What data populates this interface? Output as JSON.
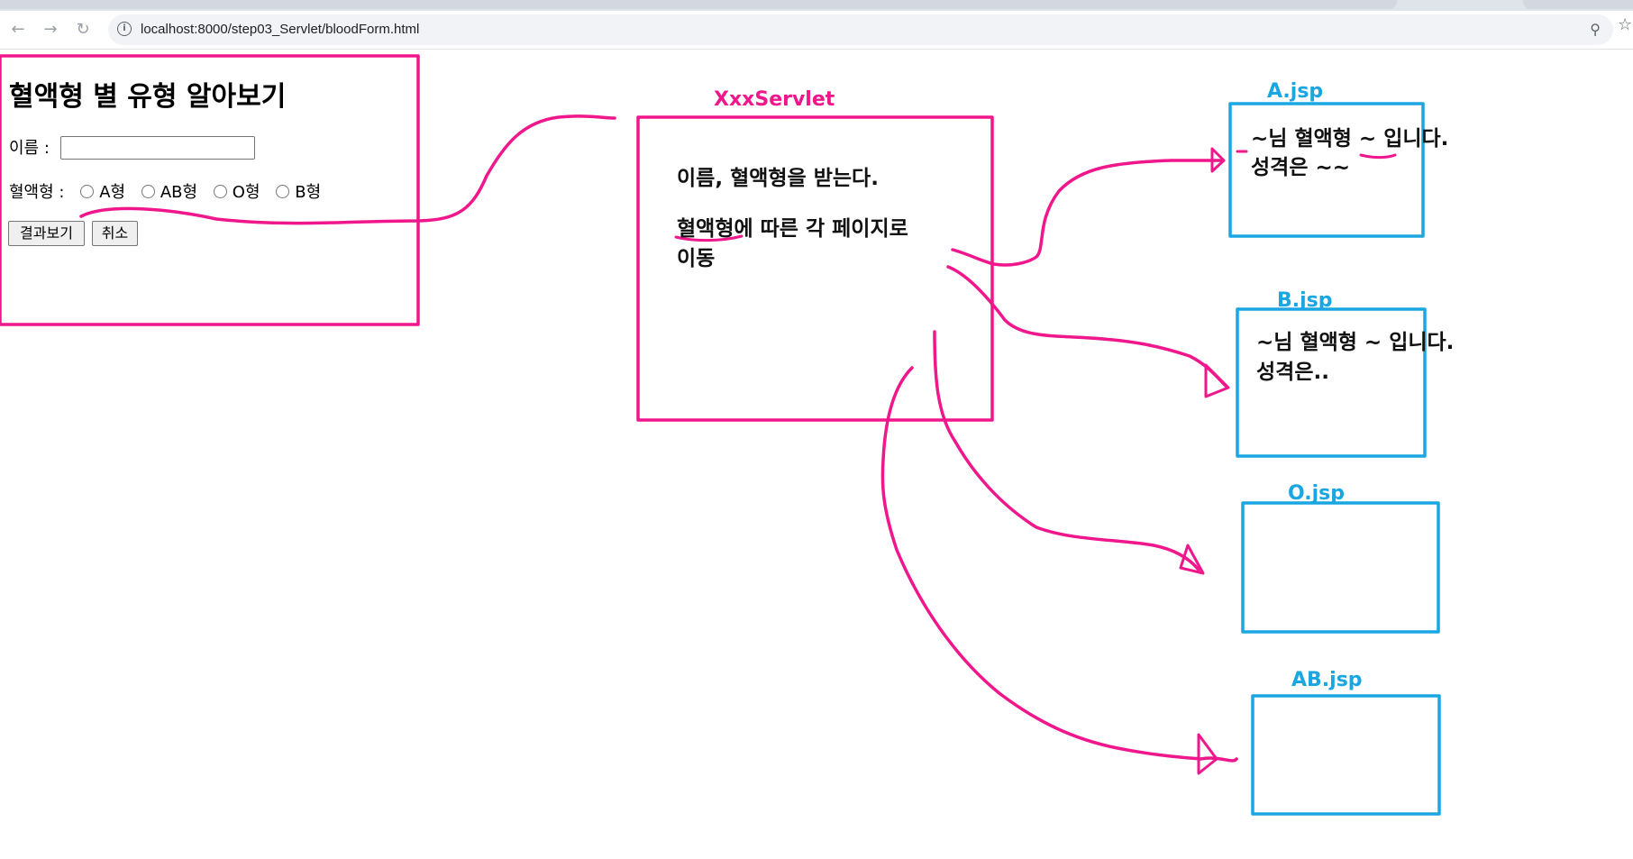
{
  "browser": {
    "back_icon": "arrow-left-icon",
    "forward_icon": "arrow-right-icon",
    "reload_icon": "reload-icon",
    "url": "localhost:8000/step03_Servlet/bloodForm.html"
  },
  "form": {
    "title": "혈액형 별 유형 알아보기",
    "name_label": "이름 :",
    "name_value": "",
    "blood_label": "혈액형 :",
    "blood_options": [
      "A형",
      "AB형",
      "O형",
      "B형"
    ],
    "submit_label": "결과보기",
    "reset_label": "취소"
  },
  "annotations": {
    "servlet_label": "XxxServlet",
    "servlet_note_line1": "이름, 혈액형을 받는다.",
    "servlet_note_line2_underlined": "혈액형",
    "servlet_note_line2_rest": "에 따른 각 페이지로",
    "servlet_note_line3": "이동",
    "a_label": "A.jsp",
    "a_note_line1": "~님 혈액형 ~ 입니다.",
    "a_note_line2": "성격은 ~~",
    "b_label": "B.jsp",
    "b_note_line1": "~님 혈액형 ~ 입니다.",
    "b_note_line2": "성격은..",
    "o_label": "O.jsp",
    "ab_label": "AB.jsp",
    "colors": {
      "pink": "#f0168c",
      "blue": "#1aa6e0"
    }
  }
}
